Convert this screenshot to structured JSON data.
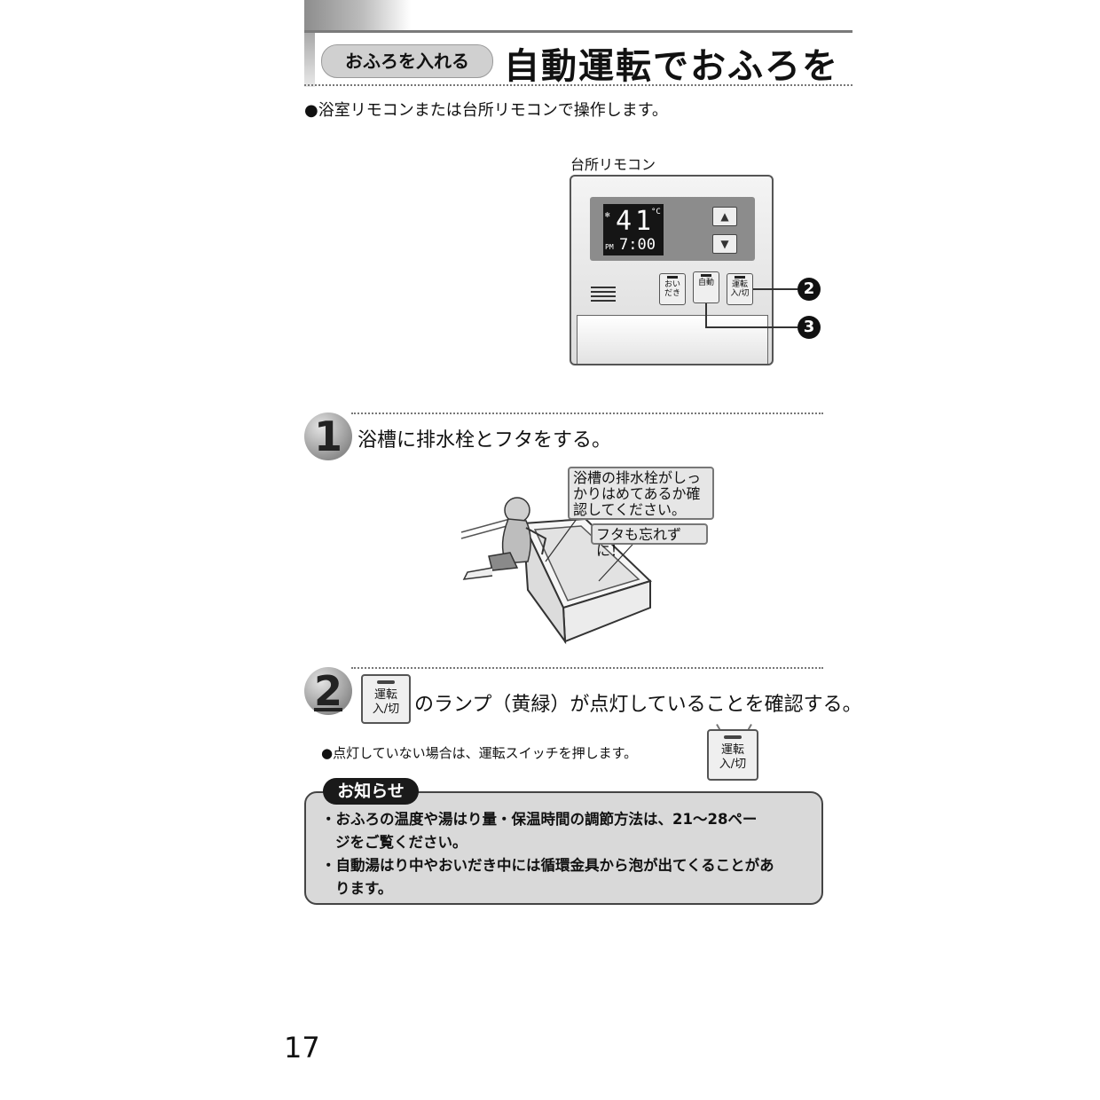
{
  "header": {
    "category_pill": "おふろを入れる",
    "title": "自動運転でおふろを"
  },
  "intro": "●浴室リモコンまたは台所リモコンで操作します。",
  "remote": {
    "label": "台所リモコン",
    "temperature": "41",
    "unit": "°C",
    "time_prefix": "PM",
    "time": "7:00",
    "buttons": {
      "oidaki": "おい\nだき",
      "auto": "自動",
      "power": "運転\n入/切"
    },
    "callouts": [
      "2",
      "3"
    ]
  },
  "steps": [
    {
      "number": "1",
      "text": "浴槽に排水栓とフタをする。",
      "notes": [
        "浴槽の排水栓がしっかりはめてあるか確認してください。",
        "フタも忘れずに！"
      ]
    },
    {
      "number": "2",
      "button_label": "運転\n入/切",
      "text": "のランプ（黄緑）が点灯していることを確認する。",
      "bullet": "●点灯していない場合は、運転スイッチを押します。"
    }
  ],
  "notice": {
    "label": "お知らせ",
    "items": [
      "・おふろの温度や湯はり量・保温時間の調節方法は、21〜28ペー",
      "ジをご覧ください。",
      "・自動湯はり中やおいだき中には循環金具から泡が出てくることがあ",
      "ります。"
    ]
  },
  "page_number": "17"
}
